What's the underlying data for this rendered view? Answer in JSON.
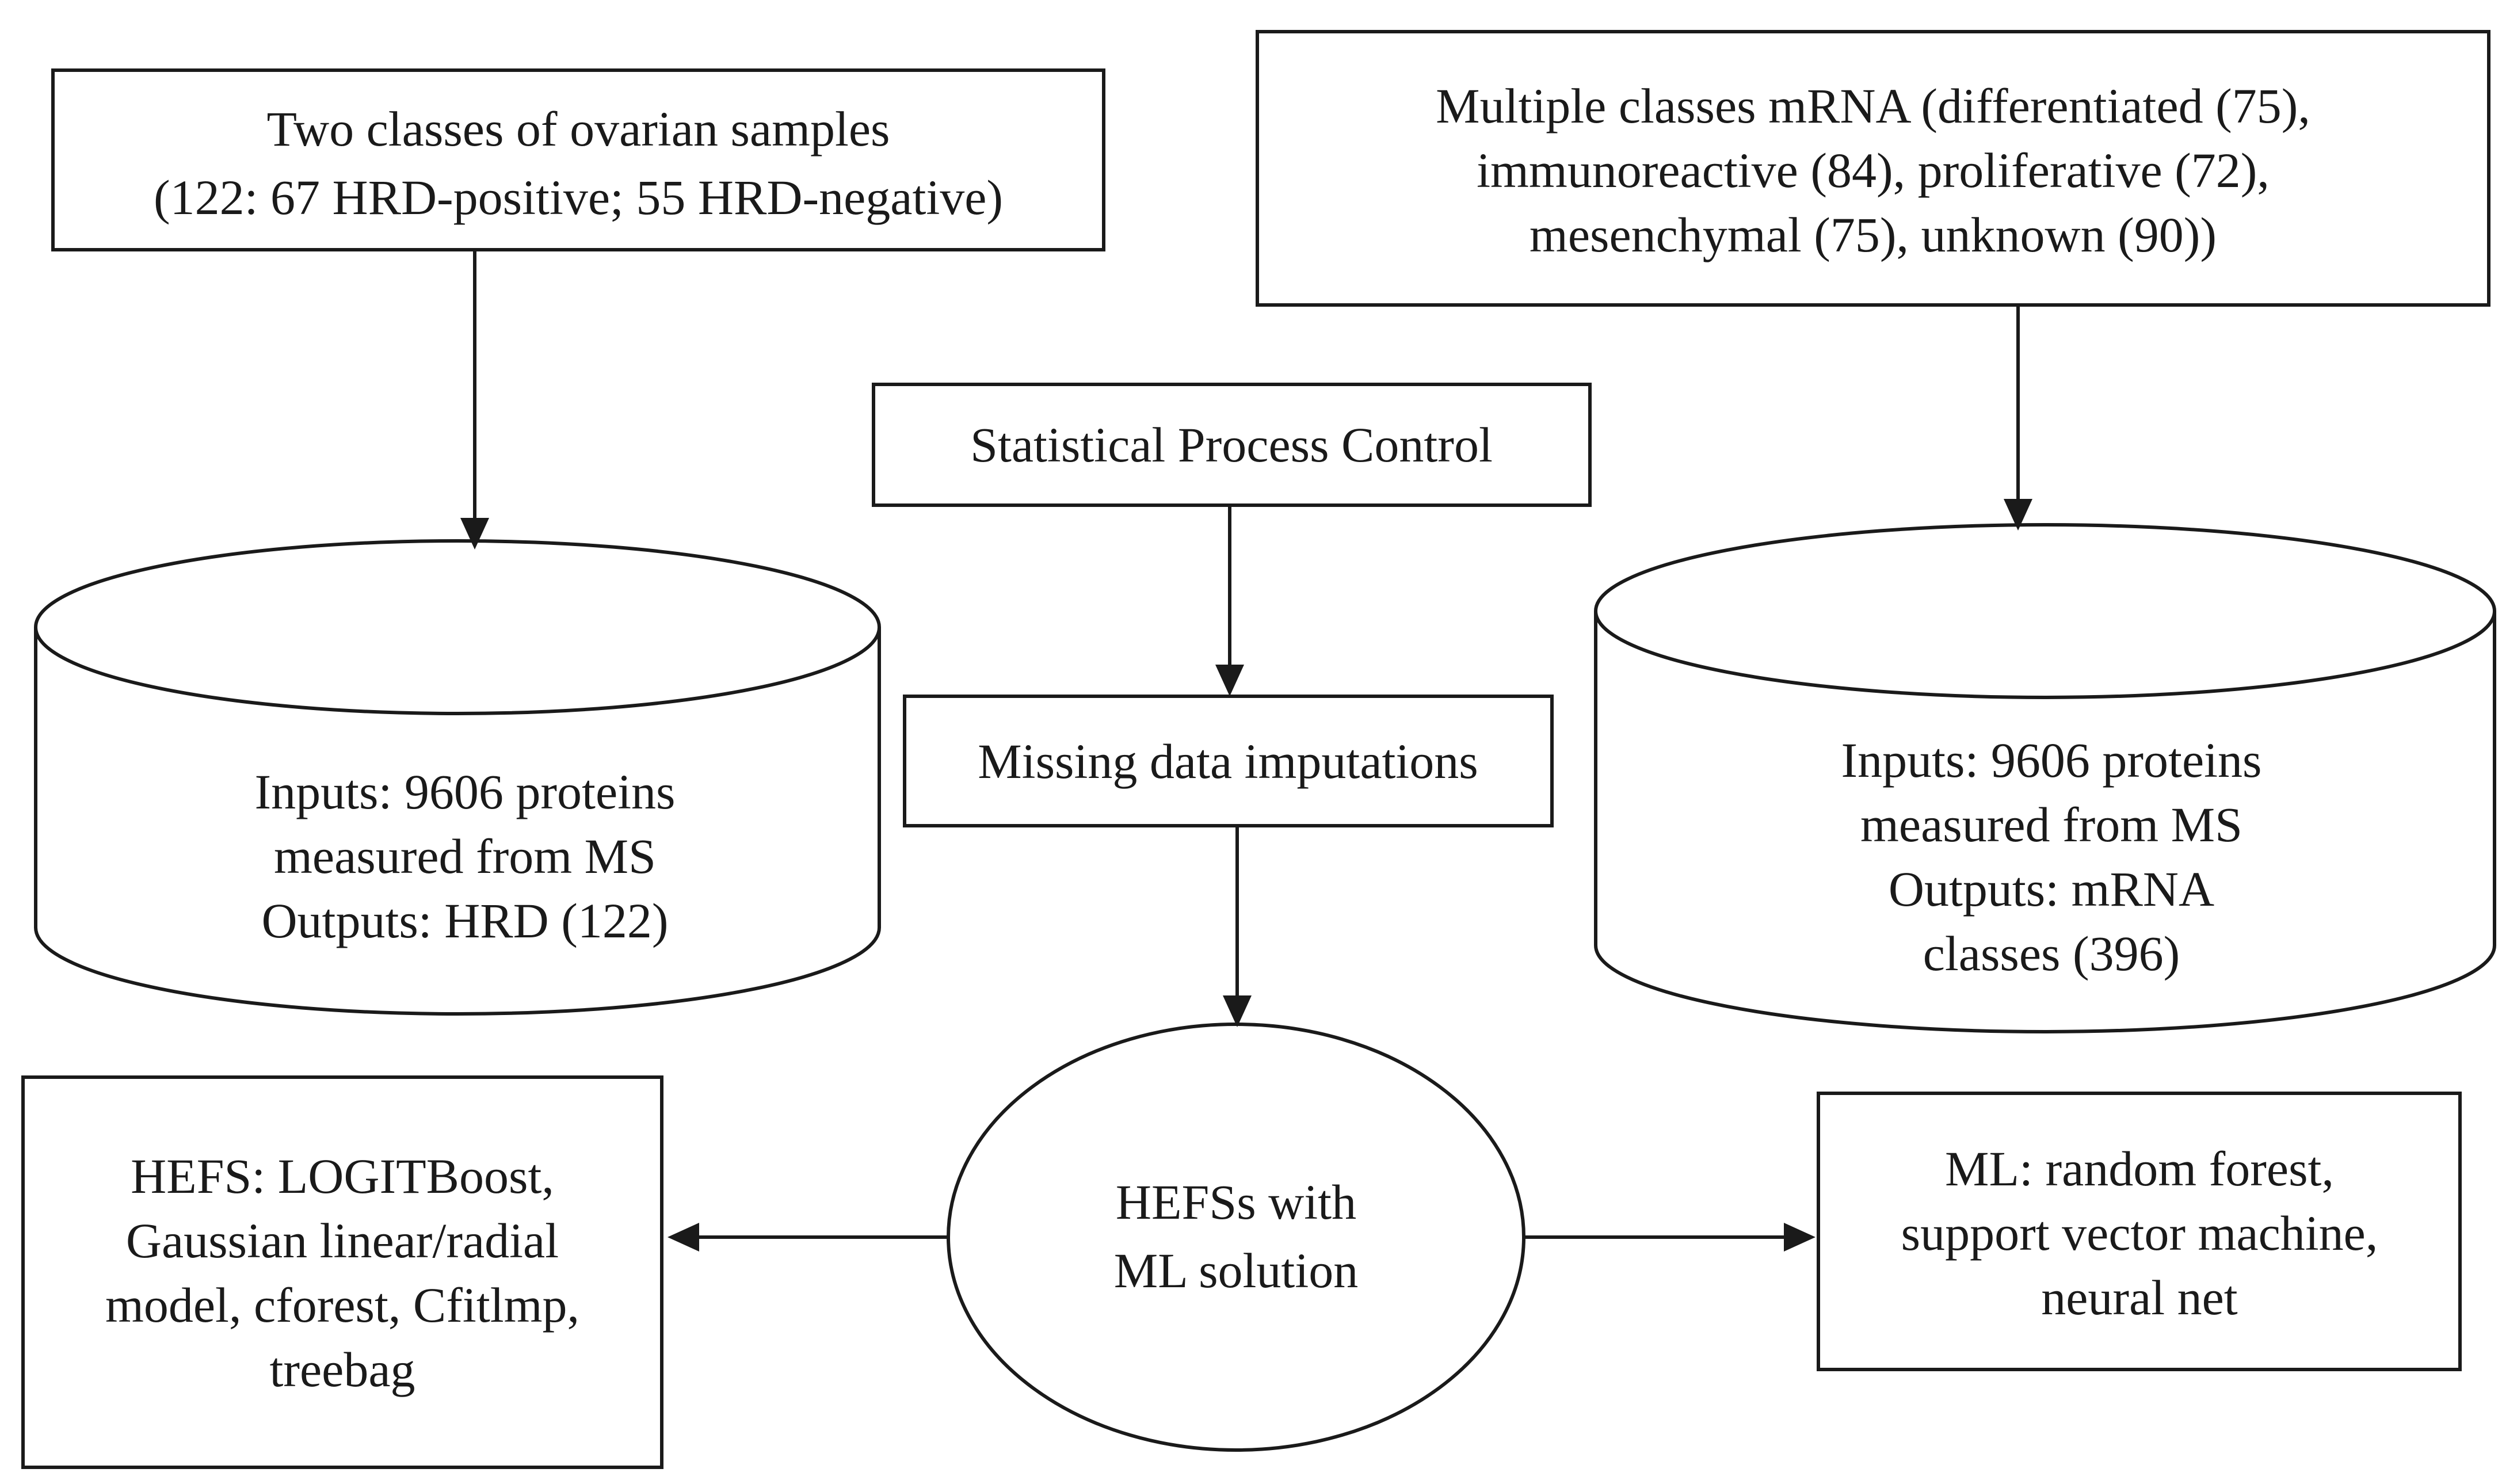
{
  "nodes": {
    "hrd_samples": {
      "lines": [
        "Two classes of ovarian samples",
        "(122: 67 HRD-positive; 55 HRD-negative)"
      ]
    },
    "mrna_classes": {
      "lines": [
        "Multiple classes mRNA (differentiated (75),",
        "immunoreactive (84), proliferative (72),",
        "mesenchymal (75), unknown (90))"
      ]
    },
    "spc": {
      "lines": [
        "Statistical Process Control"
      ]
    },
    "imputation": {
      "lines": [
        "Missing data imputations"
      ]
    },
    "hrd_dataset": {
      "lines": [
        "Inputs: 9606 proteins",
        "measured from MS",
        "Outputs: HRD (122)"
      ]
    },
    "mrna_dataset": {
      "lines": [
        "Inputs: 9606 proteins",
        "measured from MS",
        "Outputs: mRNA",
        "classes (396)"
      ]
    },
    "hefs_ml": {
      "lines": [
        "HEFSs with",
        "ML solution"
      ]
    },
    "hefs_methods": {
      "lines": [
        "HEFS: LOGITBoost,",
        "Gaussian linear/radial",
        "model, cforest, Cfitlmp,",
        "treebag"
      ]
    },
    "ml_methods": {
      "lines": [
        "ML: random forest,",
        "support vector machine,",
        "neural net"
      ]
    }
  },
  "edges": [
    {
      "from": "hrd_samples",
      "to": "hrd_dataset"
    },
    {
      "from": "mrna_classes",
      "to": "mrna_dataset"
    },
    {
      "from": "spc",
      "to": "imputation"
    },
    {
      "from": "imputation",
      "to": "hefs_ml"
    },
    {
      "from": "hefs_ml",
      "to": "hefs_methods"
    },
    {
      "from": "hefs_ml",
      "to": "ml_methods"
    }
  ]
}
